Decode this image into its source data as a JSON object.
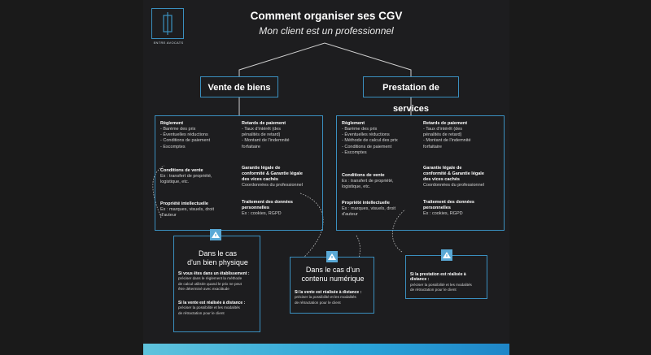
{
  "logo": {
    "caption": "ENTRE AVOCATS"
  },
  "header": {
    "title": "Comment organiser ses CGV",
    "subtitle": "Mon client est un professionnel"
  },
  "branches": [
    {
      "label": "Vente de biens",
      "sections": {
        "reglement": {
          "title": "Règlement",
          "items": [
            "- Barème des prix",
            "- Éventuelles réductions",
            "- Conditions de paiement",
            "- Escomptes"
          ]
        },
        "conditions": {
          "title": "Conditions de vente",
          "lines": [
            "Ex : transfert de propriété,",
            "logistique, etc."
          ]
        },
        "propriete": {
          "title": "Propriété intellectuelle",
          "lines": [
            "Ex : marques, visuels, droit",
            "d'auteur"
          ]
        },
        "retards": {
          "title": "Retards de paiement",
          "items": [
            "- Taux d'intérêt (des",
            "pénalités de retard)",
            "- Montant de l'indemnité",
            "forfaitaire"
          ]
        },
        "garantie": {
          "title_lines": [
            "Garantie légale de",
            "conformité & Garantie légale",
            "des vices cachés"
          ],
          "line": "Coordonnées du professionnel"
        },
        "donnees": {
          "title_lines": [
            "Traitement des données",
            "personnelles"
          ],
          "line": "Ex : cookies, RGPD"
        }
      }
    },
    {
      "label": "Prestation de services",
      "sections": {
        "reglement": {
          "title": "Règlement",
          "items": [
            "- Barème des prix",
            "- Éventuelles réductions",
            "- Méthode de calcul des prix",
            "- Conditions de paiement",
            "- Escomptes"
          ]
        },
        "conditions": {
          "title": "Conditions de vente",
          "lines": [
            "Ex : transfert de propriété,",
            "logistique, etc."
          ]
        },
        "propriete": {
          "title": "Propriété intellectuelle",
          "lines": [
            "Ex : marques, visuels, droit",
            "d'auteur"
          ]
        },
        "retards": {
          "title": "Retards de paiement",
          "items": [
            "- Taux d'intérêt (des",
            "pénalités de retard)",
            "- Montant de l'indemnité",
            "forfaitaire"
          ]
        },
        "garantie": {
          "title_lines": [
            "Garantie légale de",
            "conformité & Garantie légale",
            "des vices cachés"
          ],
          "line": "Coordonnées du professionnel"
        },
        "donnees": {
          "title_lines": [
            "Traitement des données",
            "personnelles"
          ],
          "line": "Ex : cookies, RGPD"
        }
      }
    }
  ],
  "cases": {
    "physique": {
      "title_lines": [
        "Dans le cas",
        "d'un bien physique"
      ],
      "n1_bold": "Si vous êtes dans un établissement :",
      "n1_lines": [
        "préciser dans le règlement la méthode",
        "de calcul utilisée quand le prix ne peut",
        "être déterminé avec exactitude"
      ],
      "n2_bold": "Si la vente est réalisée à distance :",
      "n2_lines": [
        "préciser la possibilité et les modalités",
        "de rétractation pour le client"
      ]
    },
    "numerique": {
      "title_lines": [
        "Dans le cas d'un",
        "contenu numérique"
      ],
      "n1_bold": "Si la vente est réalisée à distance :",
      "n1_lines": [
        "préciser la possibilité et les modalités",
        "de rétractation pour le client"
      ]
    },
    "prestation": {
      "n1_bold_lines": [
        "Si la prestation est réalisée à",
        "distance :"
      ],
      "n1_lines": [
        "préciser la possibilité et les modalités",
        "de rétractation pour le client"
      ]
    }
  },
  "colors": {
    "accent": "#3a8fbf",
    "background": "#1d1d1f",
    "warning": "#5aa9d6"
  }
}
